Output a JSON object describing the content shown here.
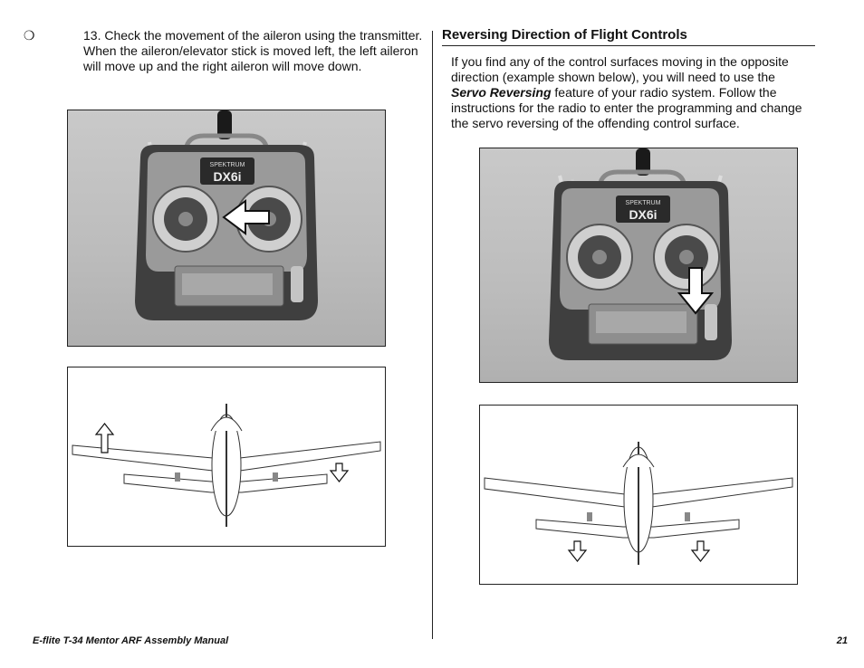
{
  "left_column": {
    "bullet": "❍",
    "step_text": "13. Check the movement of the aileron using the transmitter. When the aileron/elevator stick is moved left, the left aileron will move up and the right aileron will move down."
  },
  "right_column": {
    "heading": "Reversing Direction of Flight Controls",
    "para_part1": "If you find any of the control surfaces moving in the opposite direction (example shown below), you will need to use the ",
    "para_emphasis": "Servo Reversing",
    "para_part2": " feature of your radio system. Follow the instructions for the radio to enter the programming and change the servo reversing of the offending control surface."
  },
  "transmitter": {
    "brand": "SPEKTRUM",
    "model": "DX6i"
  },
  "footer": {
    "manual_title": "E-flite T-34 Mentor ARF Assembly Manual",
    "page_number": "21"
  },
  "figures": {
    "photo_left_arrow": "left-arrow-icon",
    "photo_right_arrow": "down-arrow-icon",
    "diagram_left_arrows": [
      "up-arrow-icon",
      "down-arrow-icon"
    ],
    "diagram_right_arrows": [
      "down-arrow-icon",
      "down-arrow-icon"
    ]
  }
}
